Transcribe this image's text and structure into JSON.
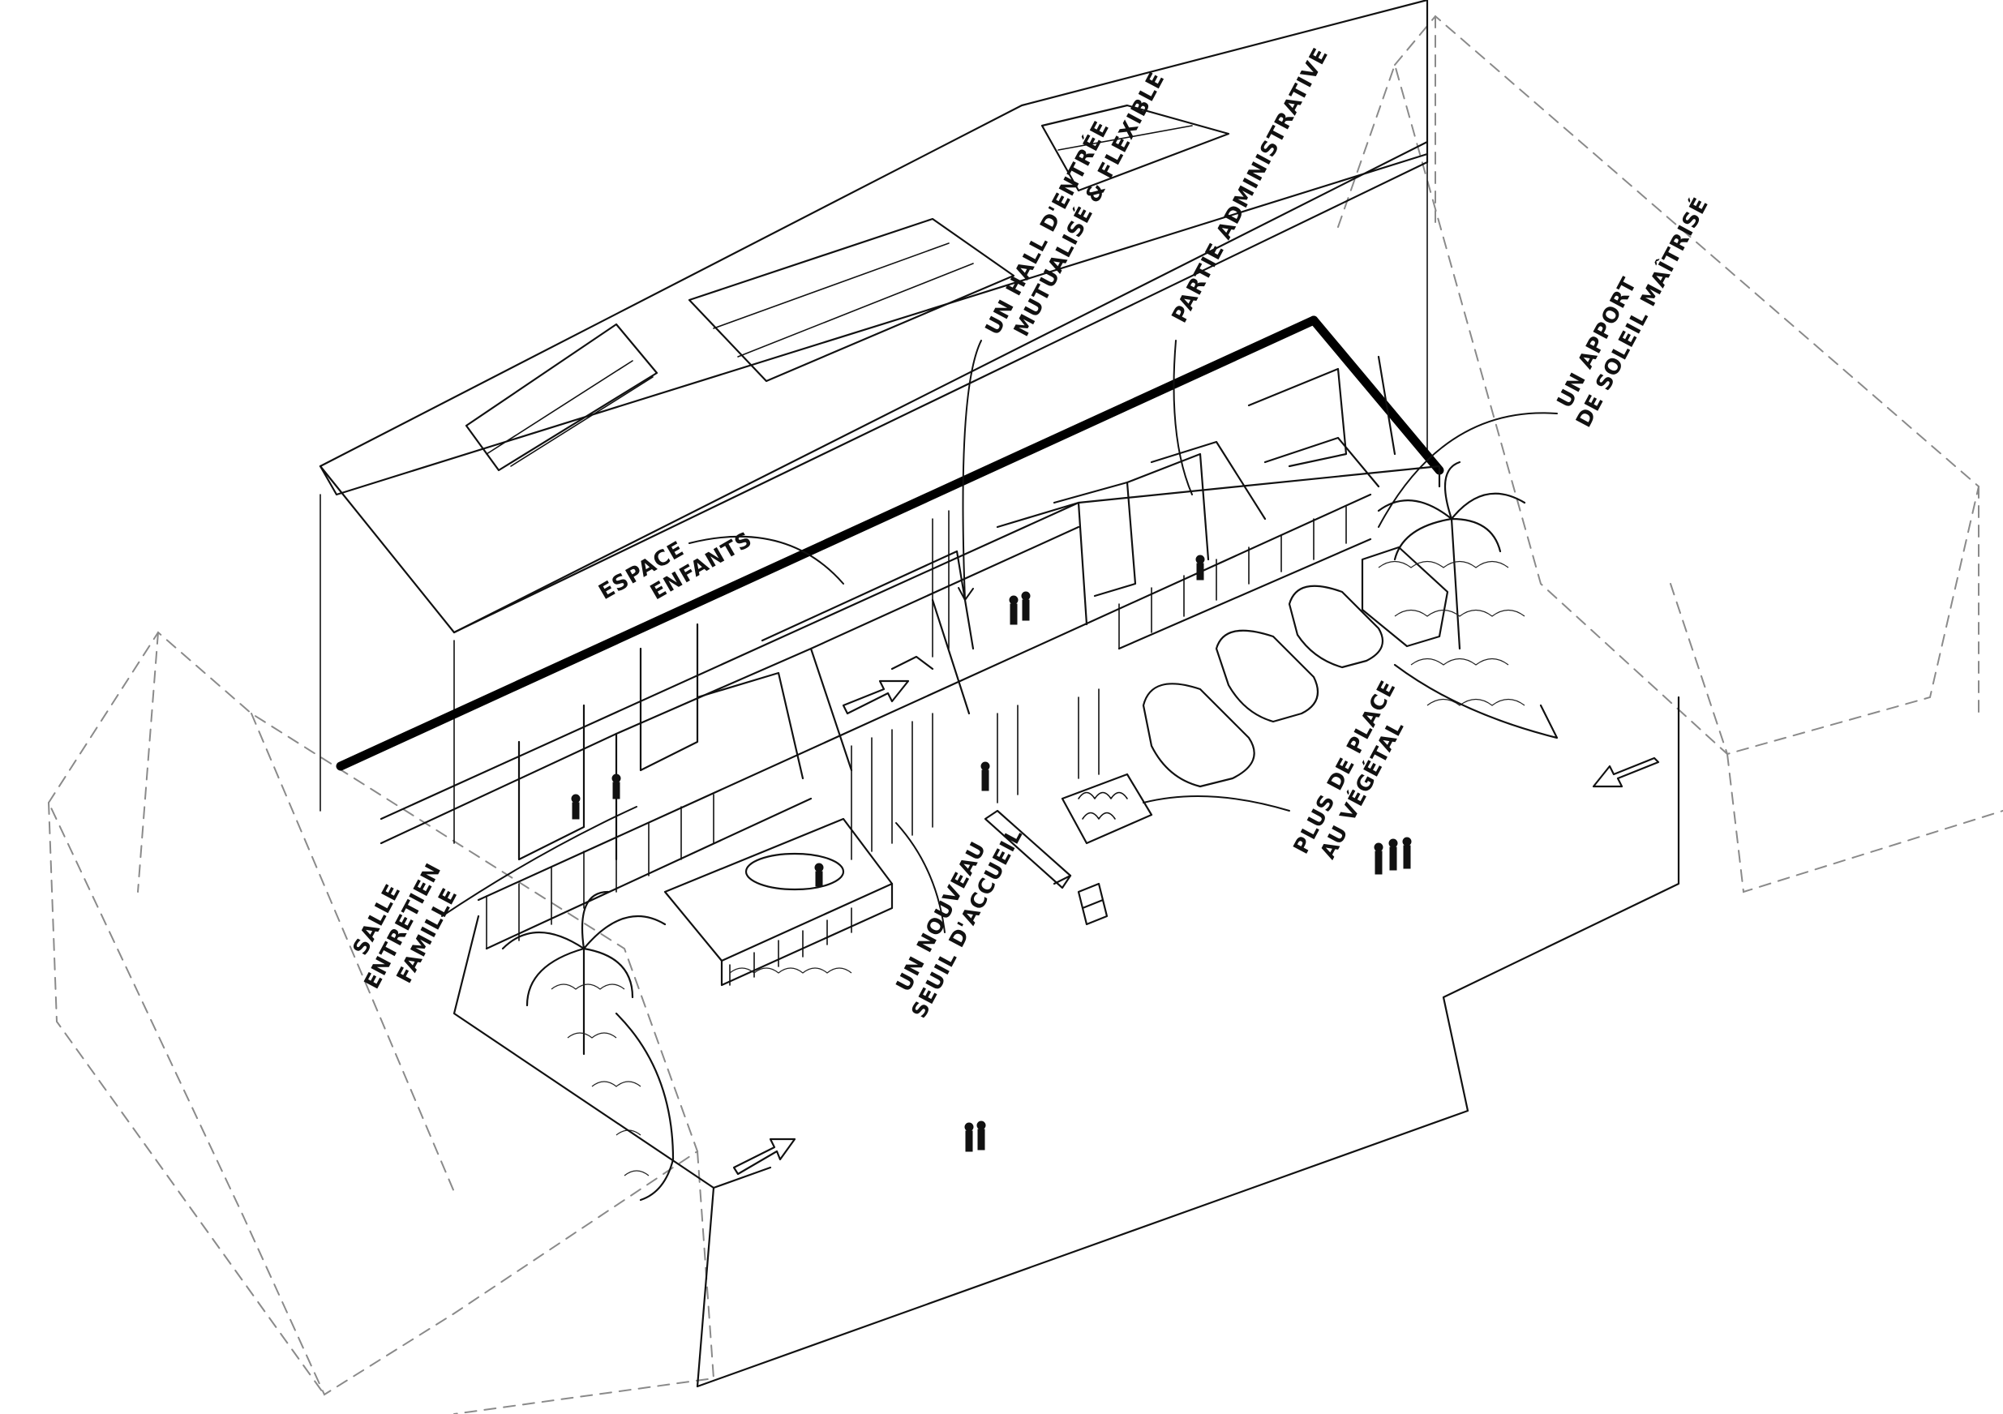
{
  "annotations": {
    "hall_line1": "UN HALL D'ENTRÉE",
    "hall_line2": "MUTUALISÉ & FLEXIBLE",
    "admin": "PARTIE ADMINISTRATIVE",
    "soleil_line1": "UN APPORT",
    "soleil_line2": "DE SOLEIL MAÎTRISÉ",
    "enfants_line1": "ESPACE",
    "enfants_line2": "ENFANTS",
    "salle_line1": "SALLE",
    "salle_line2": "ENTRETIEN",
    "salle_line3": "FAMILLE",
    "seuil_line1": "UN NOUVEAU",
    "seuil_line2": "SEUIL D'ACCUEIL",
    "vegetal_line1": "PLUS DE PLACE",
    "vegetal_line2": "AU VÉGÉTAL"
  }
}
